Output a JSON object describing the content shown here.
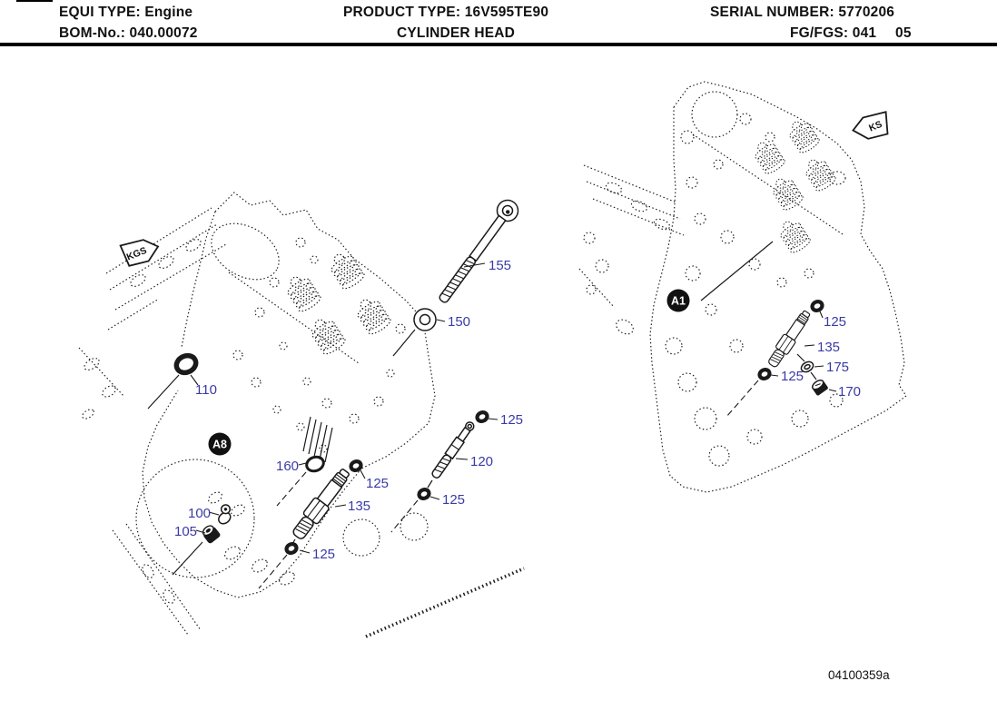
{
  "header": {
    "row1": {
      "equi_type": "EQUI TYPE: Engine",
      "product_type": "PRODUCT TYPE: 16V595TE90",
      "serial_number": "SERIAL NUMBER: 5770206"
    },
    "row2": {
      "bom_no": "BOM-No.: 040.00072",
      "title": "CYLINDER HEAD",
      "fg_fgs": "FG/FGS: 041",
      "fg_fgs_page": "05"
    }
  },
  "diagram": {
    "arrows": {
      "kgs": "KGS",
      "ks": "KS"
    },
    "badges": {
      "a8": "A8",
      "a1": "A1"
    },
    "callouts": {
      "c100": "100",
      "c105": "105",
      "c110": "110",
      "c120": "120",
      "c125": "125",
      "c135": "135",
      "c150": "150",
      "c155": "155",
      "c160": "160",
      "c170": "170",
      "c175": "175"
    }
  },
  "footer": {
    "drawing_code": "04100359a"
  },
  "colors": {
    "callout_blue": "#3a3aa8",
    "ink": "#1a1a1a"
  }
}
